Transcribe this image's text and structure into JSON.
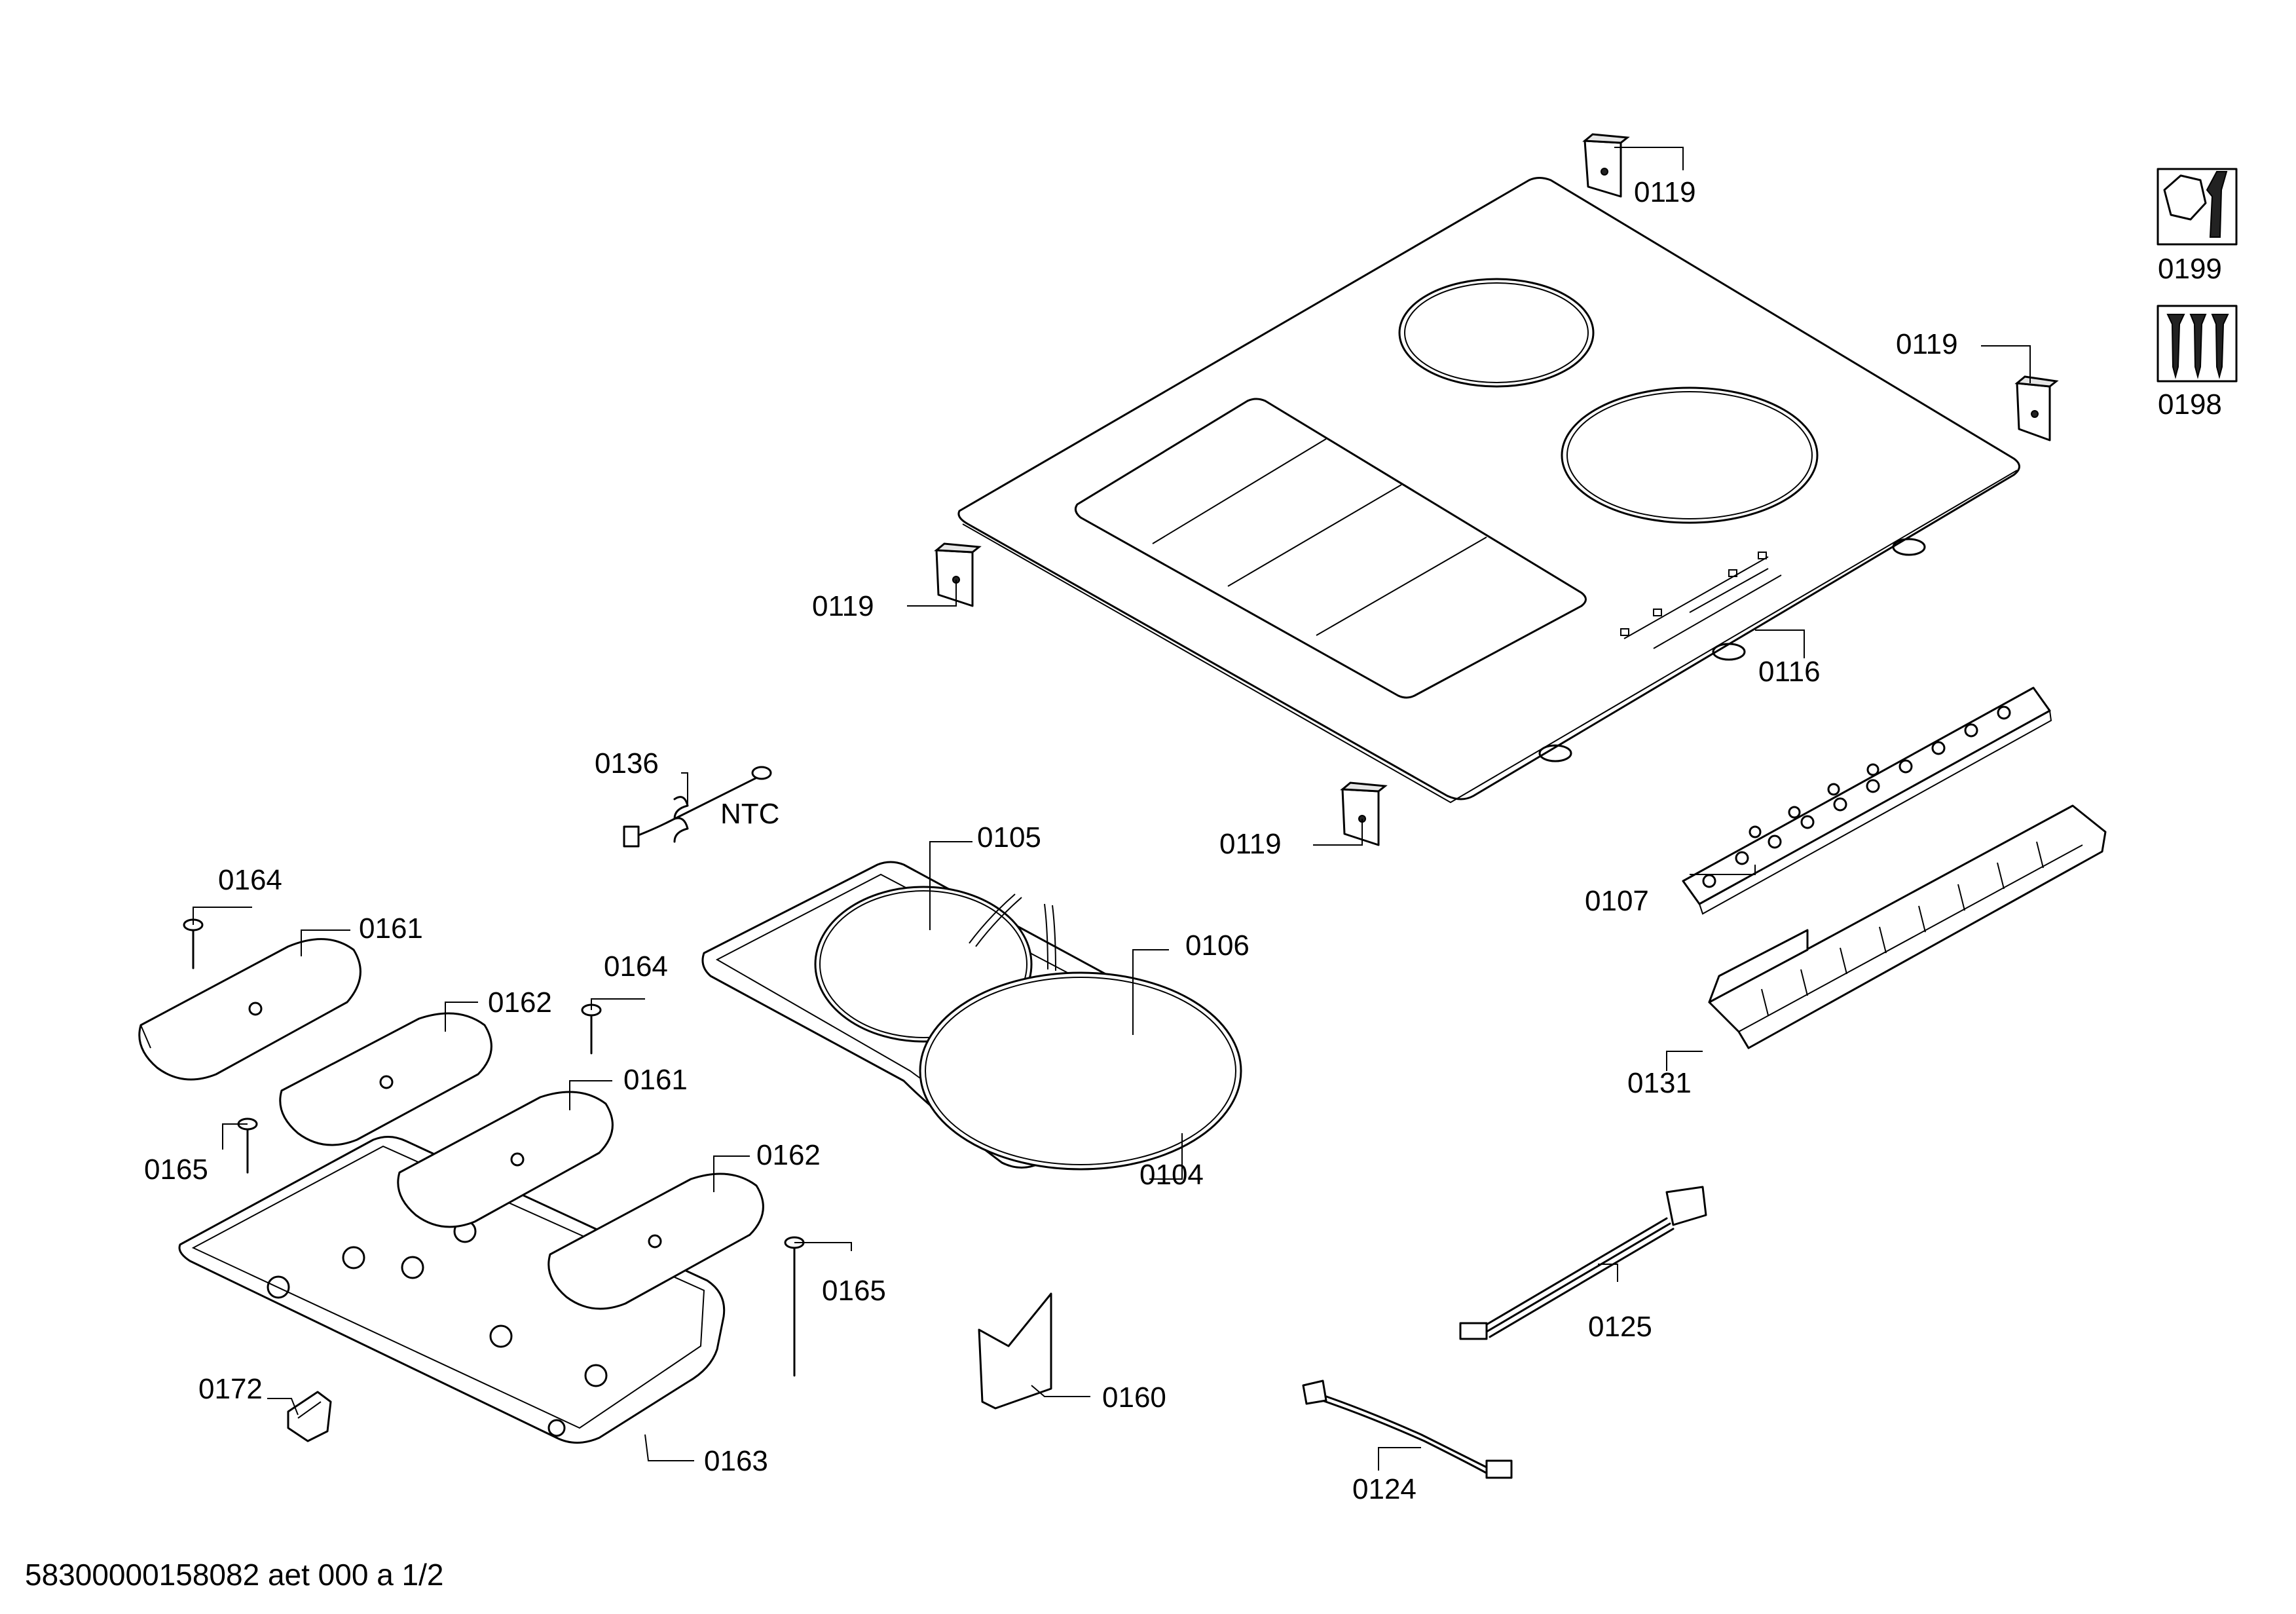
{
  "parts": [
    {
      "id": "p0119a",
      "number": "0119"
    },
    {
      "id": "p0119b",
      "number": "0119"
    },
    {
      "id": "p0119c",
      "number": "0119"
    },
    {
      "id": "p0119d",
      "number": "0119"
    },
    {
      "id": "p0116",
      "number": "0116"
    },
    {
      "id": "p0199",
      "number": "0199"
    },
    {
      "id": "p0198",
      "number": "0198"
    },
    {
      "id": "p0136",
      "number": "0136"
    },
    {
      "id": "pNTC",
      "number": "NTC"
    },
    {
      "id": "p0105",
      "number": "0105"
    },
    {
      "id": "p0106",
      "number": "0106"
    },
    {
      "id": "p0104",
      "number": "0104"
    },
    {
      "id": "p0107",
      "number": "0107"
    },
    {
      "id": "p0131",
      "number": "0131"
    },
    {
      "id": "p0164a",
      "number": "0164"
    },
    {
      "id": "p0161a",
      "number": "0161"
    },
    {
      "id": "p0162a",
      "number": "0162"
    },
    {
      "id": "p0164b",
      "number": "0164"
    },
    {
      "id": "p0161b",
      "number": "0161"
    },
    {
      "id": "p0165a",
      "number": "0165"
    },
    {
      "id": "p0162b",
      "number": "0162"
    },
    {
      "id": "p0165b",
      "number": "0165"
    },
    {
      "id": "p0172",
      "number": "0172"
    },
    {
      "id": "p0163",
      "number": "0163"
    },
    {
      "id": "p0160",
      "number": "0160"
    },
    {
      "id": "p0125",
      "number": "0125"
    },
    {
      "id": "p0124",
      "number": "0124"
    }
  ],
  "footer": {
    "text": "58300000158082 aet 000 a 1/2"
  }
}
